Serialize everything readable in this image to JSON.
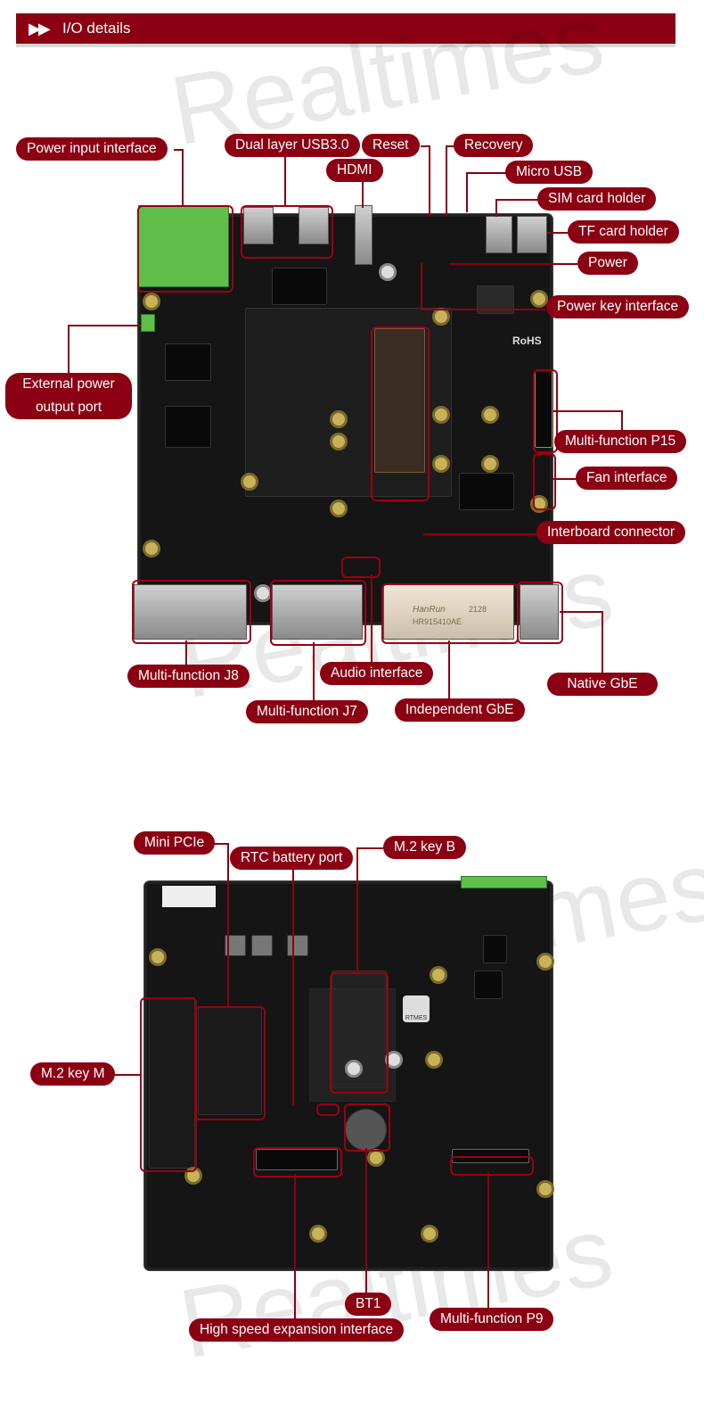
{
  "header": {
    "title": "I/O details"
  },
  "watermark": "Realtimes",
  "top_board": {
    "labels": {
      "power_input": "Power input interface",
      "dual_usb": "Dual layer USB3.0",
      "reset": "Reset",
      "recovery": "Recovery",
      "hdmi": "HDMI",
      "micro_usb": "Micro USB",
      "sim": "SIM card holder",
      "tf": "TF card holder",
      "power": "Power",
      "power_key": "Power key interface",
      "ext_power_1": "External power",
      "ext_power_2": "output port",
      "p15": "Multi-function P15",
      "fan": "Fan interface",
      "interboard": "Interboard connector",
      "j8": "Multi-function J8",
      "audio": "Audio interface",
      "native_gbe": "Native GbE",
      "j7": "Multi-function J7",
      "indep_gbe": "Independent GbE"
    },
    "silkscreen": {
      "rohs": "RoHS",
      "hanrun": "HanRun",
      "model": "HR915410AE",
      "code": "2128"
    }
  },
  "bottom_board": {
    "labels": {
      "mini_pcie": "Mini PCIe",
      "rtc": "RTC battery port",
      "m2b": "M.2 key B",
      "m2m": "M.2 key M",
      "bt1": "BT1",
      "hsei": "High speed expansion interface",
      "p9": "Multi-function P9"
    },
    "silkscreen": {
      "logo": "RTMES"
    }
  }
}
